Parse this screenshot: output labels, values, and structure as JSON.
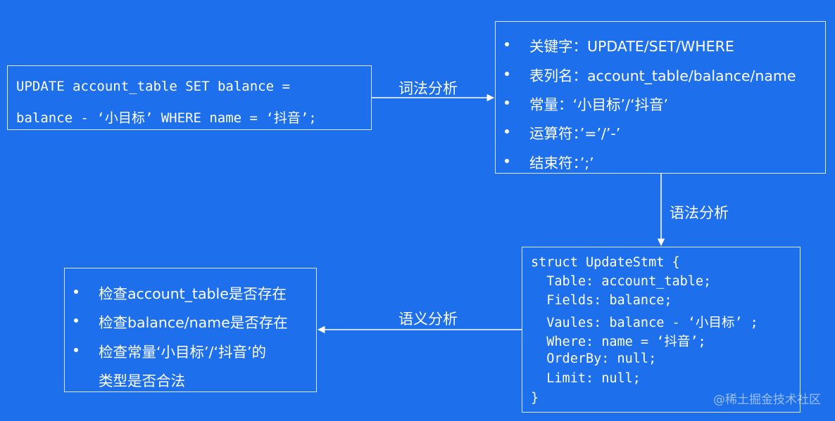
{
  "sql_box": {
    "lines": [
      "UPDATE account_table SET balance =",
      "balance - ‘小目标’ WHERE name = ‘抖音’;"
    ]
  },
  "tokens_box": {
    "items": [
      "关键字：UPDATE/SET/WHERE",
      "表列名：account_table/balance/name",
      "常量：‘小目标’/‘抖音’",
      "运算符：’=’/’-’",
      "结束符：’;’"
    ]
  },
  "ast_box": {
    "lines": [
      "struct UpdateStmt {",
      "  Table: account_table;",
      "  Fields: balance;",
      "  Vaules: balance - ‘小目标’ ;",
      "  Where: name = ‘抖音’;",
      "  OrderBy: null;",
      "  Limit: null;",
      "}"
    ]
  },
  "checks_box": {
    "items": [
      "检查account_table是否存在",
      "检查balance/name是否存在",
      "检查常量‘小目标’/‘抖音’的",
      "类型是否合法"
    ]
  },
  "edges": {
    "lexical": "词法分析",
    "syntax": "语法分析",
    "semantic": "语义分析"
  },
  "watermark": "@稀土掘金技术社区"
}
